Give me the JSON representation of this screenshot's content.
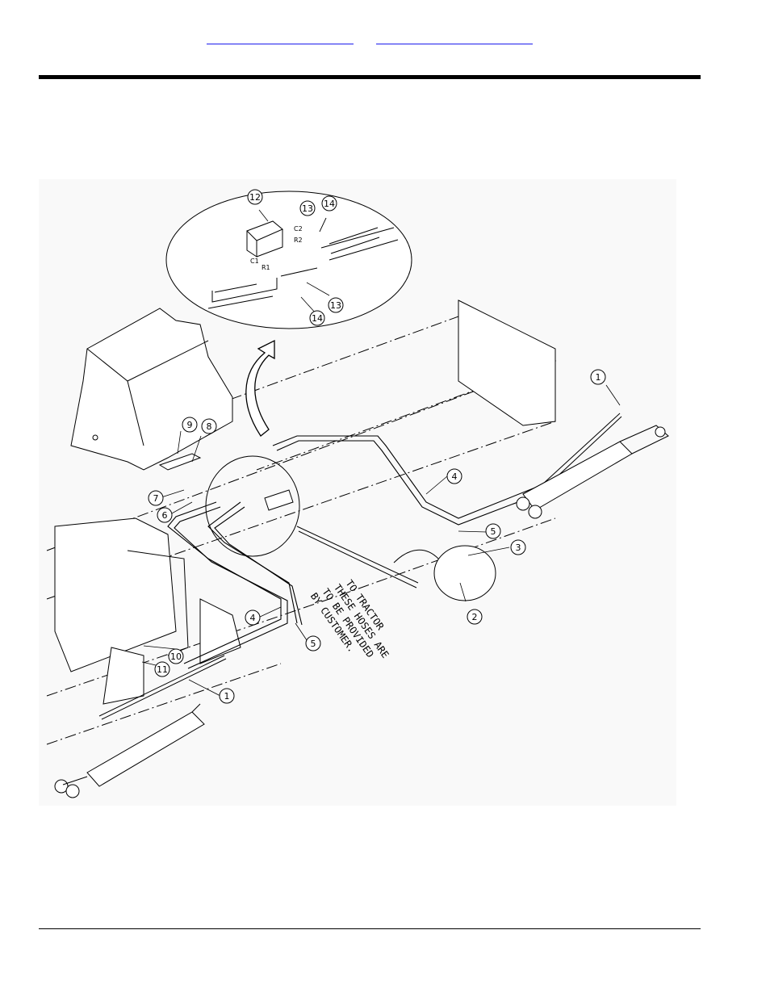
{
  "header": {
    "links": [
      {
        "label": ""
      },
      {
        "label": ""
      }
    ]
  },
  "diagram": {
    "callouts": [
      {
        "number": "1"
      },
      {
        "number": "1"
      },
      {
        "number": "2"
      },
      {
        "number": "3"
      },
      {
        "number": "4"
      },
      {
        "number": "4"
      },
      {
        "number": "5"
      },
      {
        "number": "5"
      },
      {
        "number": "6"
      },
      {
        "number": "7"
      },
      {
        "number": "8"
      },
      {
        "number": "9"
      },
      {
        "number": "10"
      },
      {
        "number": "11"
      },
      {
        "number": "12"
      },
      {
        "number": "13"
      },
      {
        "number": "13"
      },
      {
        "number": "14"
      },
      {
        "number": "14"
      }
    ],
    "port_labels": [
      "C2",
      "R2",
      "C1",
      "R1"
    ],
    "note_lines": [
      "TO TRACTOR",
      "THESE HOSES ARE",
      "TO BE PROVIDED",
      "BY CUSTOMER."
    ]
  }
}
